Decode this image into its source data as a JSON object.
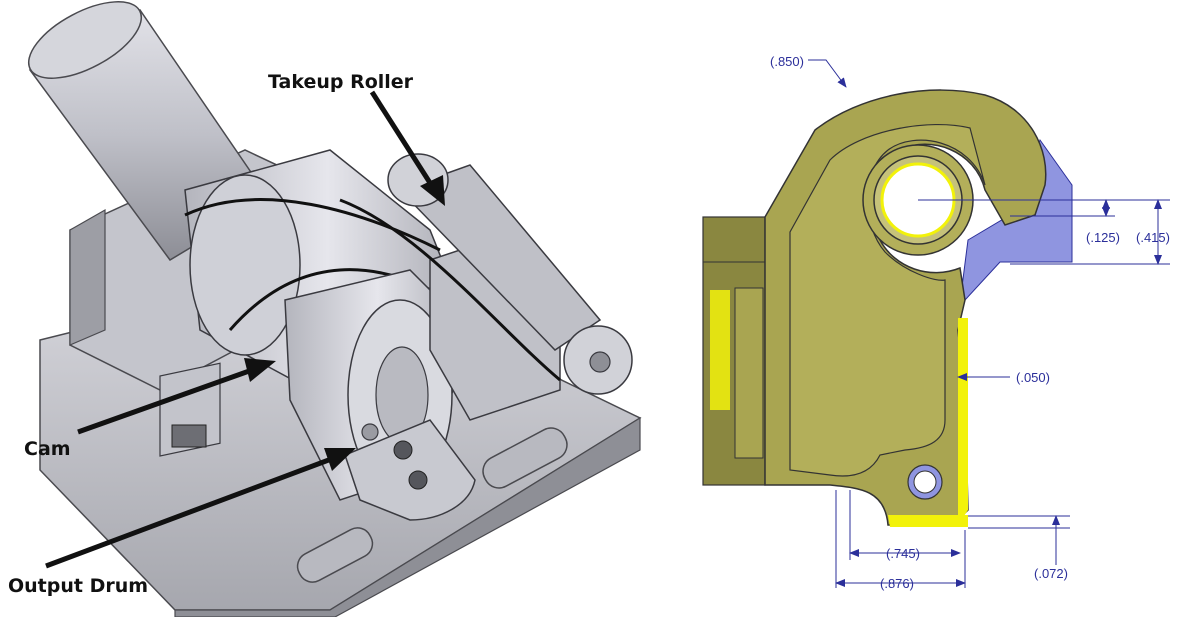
{
  "callouts": {
    "takeup_roller": "Takeup Roller",
    "cam": "Cam",
    "output_drum": "Output Drum"
  },
  "dimensions": {
    "d_850": "(.850)",
    "d_125": "(.125)",
    "d_415": "(.415)",
    "d_050": "(.050)",
    "d_745": "(.745)",
    "d_876": "(.876)",
    "d_072": "(.072)"
  },
  "colors": {
    "part_fill": "#a9a551",
    "part_dark": "#8a8740",
    "highlight_yellow": "#f2f20a",
    "highlight_blue": "#8f95e0",
    "dimension_blue": "#2b2f9a",
    "metal_gray": "#c9c9cf"
  }
}
